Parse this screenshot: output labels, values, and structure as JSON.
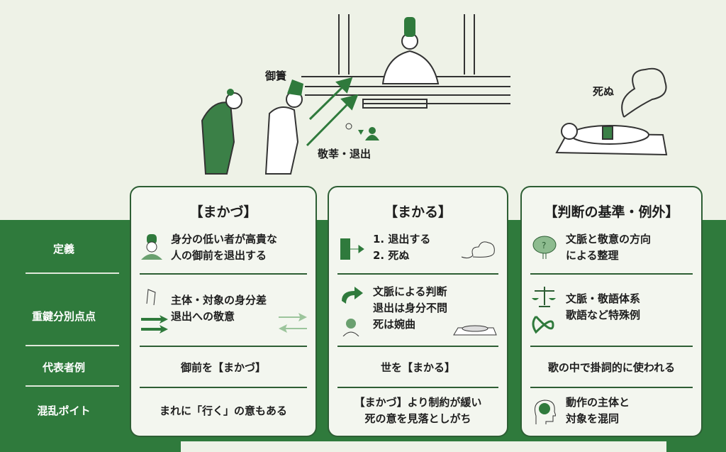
{
  "scene": {
    "label_gokan": "御簀",
    "label_keihai": "敬莘・退出",
    "label_death": "死ぬ"
  },
  "row_labels": [
    "定義",
    "重鍵分別点点",
    "代表者例",
    "混乱ポイト"
  ],
  "cards": [
    {
      "title": "【まかづ】",
      "definition": [
        "身分の低い者が高貴な",
        "人の御前を退出する"
      ],
      "keypoints": [
        "主体・対象の身分差",
        "退出への敬意"
      ],
      "example": "御前を【まかづ】",
      "confusion": [
        "まれに「行く」の意もある"
      ]
    },
    {
      "title": "【まかる】",
      "definition": [
        "1. 退出する",
        "2. 死ぬ"
      ],
      "keypoints": [
        "文脈による判断",
        "退出は身分不問",
        "死は婉曲"
      ],
      "example": "世を【まかる】",
      "confusion": [
        "【まかづ】より制約が緩い",
        "死の意を見落としがち"
      ]
    },
    {
      "title": "【判断の基準・例外】",
      "definition": [
        "文脈と敬意の方向",
        "による整理"
      ],
      "keypoints": [
        "文脈・敬語体系",
        "歌語など特殊例"
      ],
      "example": "歌の中で掛詞的に使われる",
      "confusion": [
        "動作の主体と",
        "対象を混同"
      ]
    }
  ],
  "colors": {
    "green": "#2f7a3c",
    "dark": "#2d5e34",
    "bg": "#eef2e7"
  }
}
